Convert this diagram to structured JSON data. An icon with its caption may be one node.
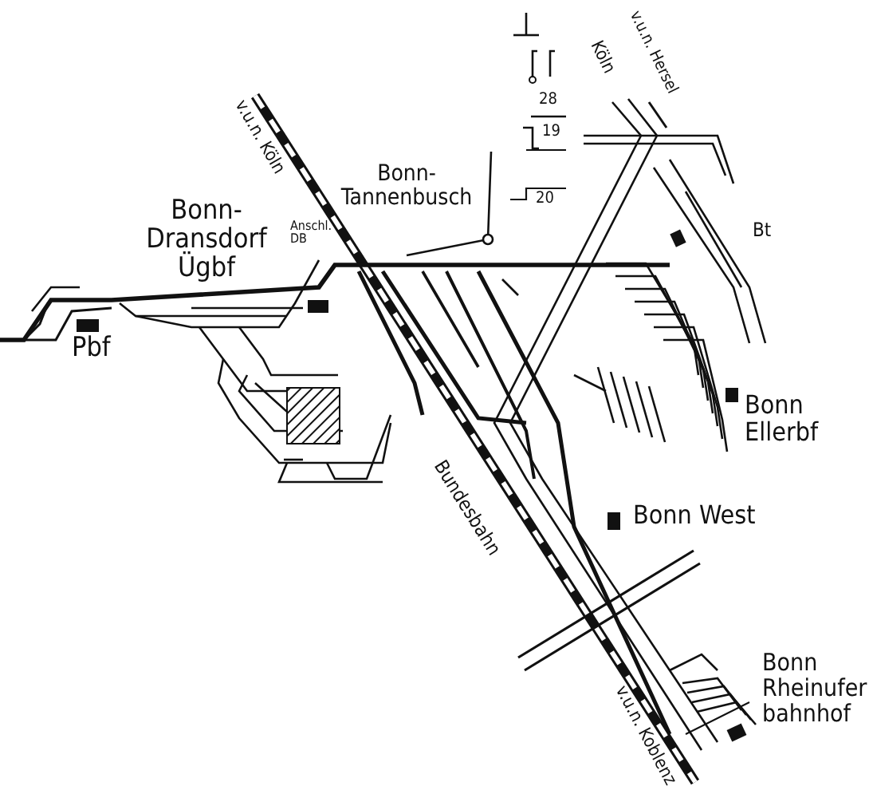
{
  "diagram": {
    "labels": [
      "v.u.n. Köln",
      "Bonn- Dransdorf Ügbf",
      "Anschl. DB",
      "Bonn- Tannenbusch",
      "Pbf",
      "28",
      "19",
      "20",
      "v.u.n. Hersel",
      "Köln",
      "Bt",
      "Bonn Ellerbf",
      "Bonn West",
      "Bundesbahn",
      "Bonn Rheinufer bahnhof",
      "v.u.n. Koblenz"
    ]
  }
}
